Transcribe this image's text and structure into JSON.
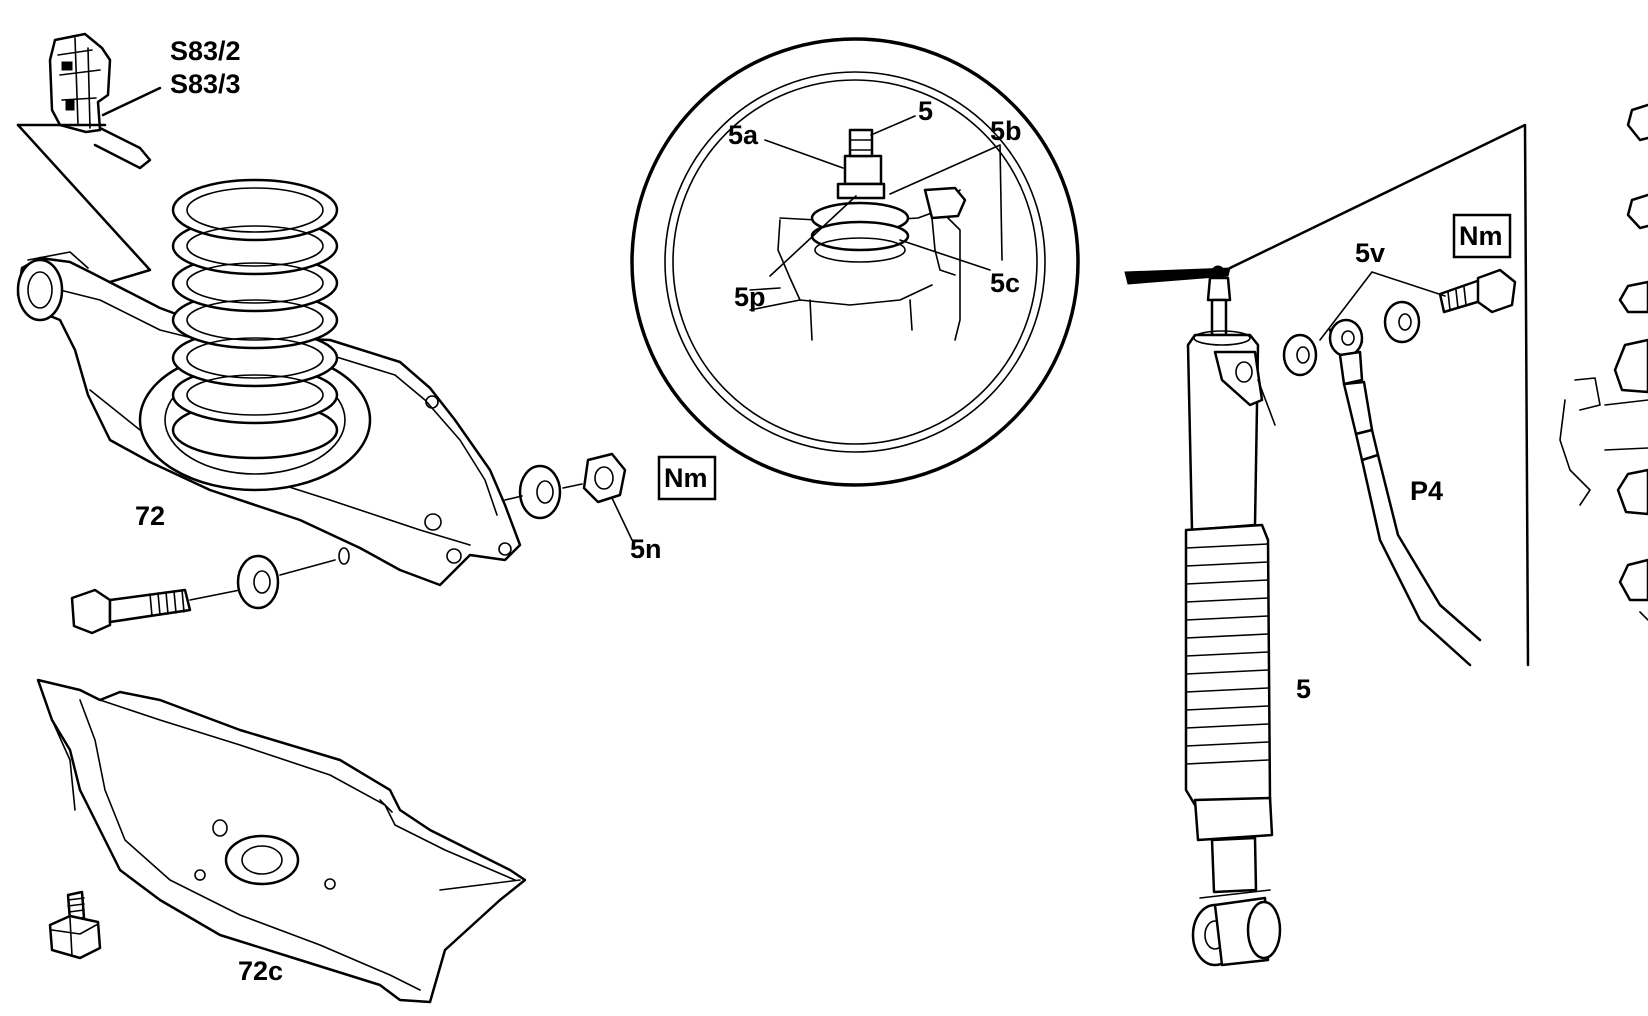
{
  "labels": {
    "switch_a": "S83/2",
    "switch_b": "S83/3",
    "control_arm": "72",
    "nut": "5n",
    "torque_left": "Nm",
    "cover": "72c",
    "detail_shock": "5",
    "detail_a": "5a",
    "detail_b": "5b",
    "detail_c": "5c",
    "detail_p": "5p",
    "bolt_v": "5v",
    "torque_right": "Nm",
    "line_p4": "P4",
    "shock_absorber": "5"
  }
}
